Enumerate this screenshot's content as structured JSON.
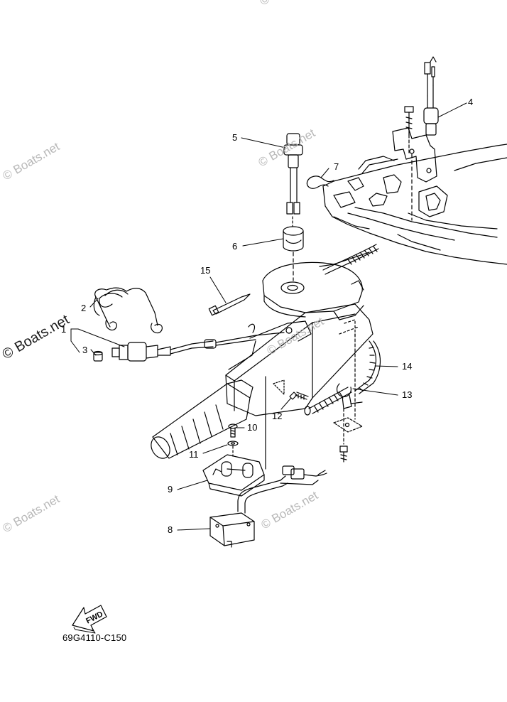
{
  "callouts": {
    "c1": "1",
    "c2": "2",
    "c3": "3",
    "c4": "4",
    "c5": "5",
    "c6": "6",
    "c7": "7",
    "c8": "8",
    "c9": "9",
    "c10": "10",
    "c11": "11",
    "c12": "12",
    "c13": "13",
    "c14": "14",
    "c15": "15"
  },
  "watermark": {
    "text": "© Boats.net"
  },
  "fwd_arrow": {
    "label": "FWD"
  },
  "part_code": "69G4110-C150"
}
